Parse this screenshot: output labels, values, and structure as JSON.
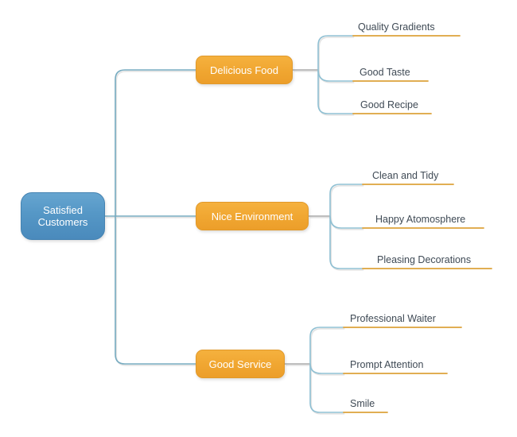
{
  "diagram": {
    "type": "mindmap",
    "root": {
      "label": "Satisfied Customers"
    },
    "branches": [
      {
        "label": "Delicious Food",
        "children": [
          "Quality Gradients",
          "Good Taste",
          "Good Recipe"
        ]
      },
      {
        "label": "Nice Environment",
        "children": [
          "Clean and Tidy",
          "Happy Atomosphere",
          "Pleasing Decorations"
        ]
      },
      {
        "label": "Good Service",
        "children": [
          "Professional Waiter",
          "Prompt Attention",
          "Smile"
        ]
      }
    ],
    "colors": {
      "root_fill": "#5597c6",
      "root_border": "#4483b2",
      "branch_fill": "#f0a631",
      "branch_border": "#e1992a",
      "node_text": "#ffffff",
      "leaf_text": "#3f4a55",
      "main_connector": "#76abc0",
      "leaf_connector": "#8fc0d3",
      "stub_connector": "#a8a8a8",
      "leaf_underline": "#dda23b",
      "background": "#ffffff"
    }
  }
}
